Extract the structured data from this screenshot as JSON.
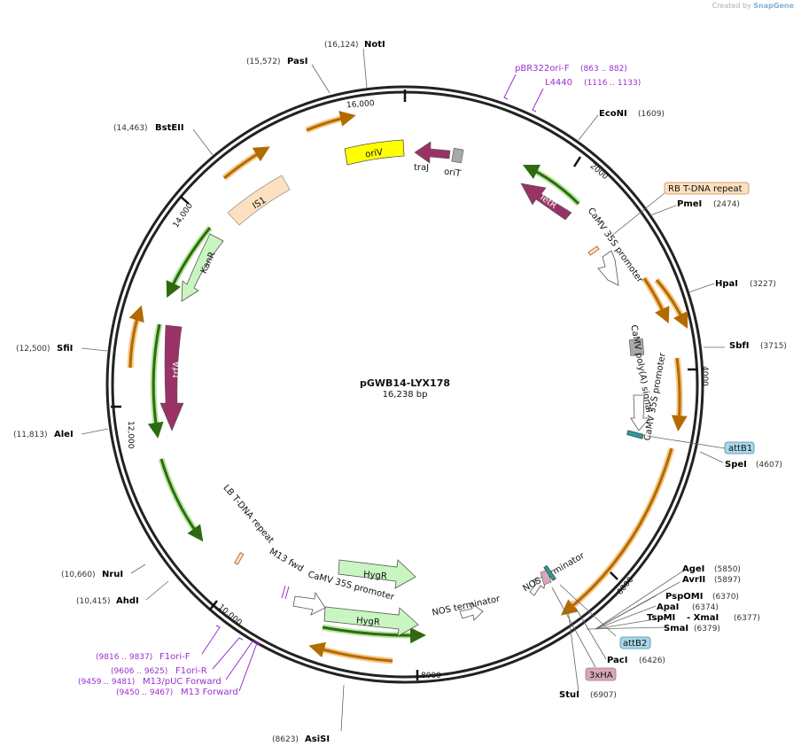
{
  "attribution": {
    "prefix": "Created by",
    "brand": "SnapGene"
  },
  "plasmid": {
    "name": "pGWB14-LYX178",
    "length_label": "16,238 bp",
    "length": 16238
  },
  "ticks": [
    {
      "pos": 16000,
      "label": "16,000"
    },
    {
      "pos": 2000,
      "label": "2000"
    },
    {
      "pos": 4000,
      "label": "4000"
    },
    {
      "pos": 6000,
      "label": "6000"
    },
    {
      "pos": 8000,
      "label": "8000"
    },
    {
      "pos": 10000,
      "label": "10,000"
    },
    {
      "pos": 12000,
      "label": "12,000"
    },
    {
      "pos": 14000,
      "label": "14,000"
    }
  ],
  "sites": [
    {
      "name": "NotI",
      "pos": "(16,124)"
    },
    {
      "name": "PasI",
      "pos": "(15,572)"
    },
    {
      "name": "BstEII",
      "pos": "(14,463)"
    },
    {
      "name": "SfiI",
      "pos": "(12,500)"
    },
    {
      "name": "AleI",
      "pos": "(11,813)"
    },
    {
      "name": "NruI",
      "pos": "(10,660)"
    },
    {
      "name": "AhdI",
      "pos": "(10,415)"
    },
    {
      "name": "AsiSI",
      "pos": "(8623)"
    },
    {
      "name": "StuI",
      "pos": "(6907)"
    },
    {
      "name": "PacI",
      "pos": "(6426)"
    },
    {
      "name": "SmaI",
      "pos": "(6379)"
    },
    {
      "name": "TspMI",
      "pos": "(6377)"
    },
    {
      "name": "- XmaI",
      "pos": ""
    },
    {
      "name": "ApaI",
      "pos": "(6374)"
    },
    {
      "name": "PspOMI",
      "pos": "(6370)"
    },
    {
      "name": "AvrII",
      "pos": "(5897)"
    },
    {
      "name": "AgeI",
      "pos": "(5850)"
    },
    {
      "name": "SpeI",
      "pos": "(4607)"
    },
    {
      "name": "SbfI",
      "pos": "(3715)"
    },
    {
      "name": "HpaI",
      "pos": "(3227)"
    },
    {
      "name": "PmeI",
      "pos": "(2474)"
    },
    {
      "name": "EcoNI",
      "pos": "(1609)"
    }
  ],
  "primers": [
    {
      "name": "pBR322ori-F",
      "pos": "(863 .. 882)"
    },
    {
      "name": "L4440",
      "pos": "(1116 .. 1133)"
    },
    {
      "name": "F1ori-F",
      "pos": "(9816 .. 9837)"
    },
    {
      "name": "F1ori-R",
      "pos": "(9606 .. 9625)"
    },
    {
      "name": "M13/pUC Forward",
      "pos": "(9459 .. 9481)"
    },
    {
      "name": "M13 Forward",
      "pos": "(9450 .. 9467)"
    }
  ],
  "boxed_features": {
    "rb": "RB T-DNA repeat",
    "attb1": "attB1",
    "attb2": "attB2",
    "ha": "3xHA"
  },
  "features": {
    "oriV": "oriV",
    "traJ": "traJ",
    "oriT": "oriT",
    "tetR": "TetR",
    "is1": "IS1",
    "kanR": "KanR",
    "trfA": "trfA",
    "camv1": "CaMV 35S promoter",
    "polyA": "CaMV poly(A) signal",
    "camv2": "CaMV 35S promoter",
    "lb": "LB T-DNA repeat",
    "m13fwd": "M13 fwd",
    "camv3": "CaMV 35S promoter",
    "hygR1": "HygR",
    "hygR2": "HygR",
    "nos1": "NOS terminator",
    "nos2": "NOS terminator"
  },
  "colors": {
    "backbone": "#222222",
    "orf": "#e8a33d",
    "orf_green": "#5aa02c",
    "resistance_fill": "#c8f5c0",
    "tetR": "#993366",
    "oriV": "#ffff00",
    "primer": "#9b30d0",
    "attb": "#a8d8e8",
    "rb": "#fde0c0",
    "ha": "#d9a8b8"
  }
}
